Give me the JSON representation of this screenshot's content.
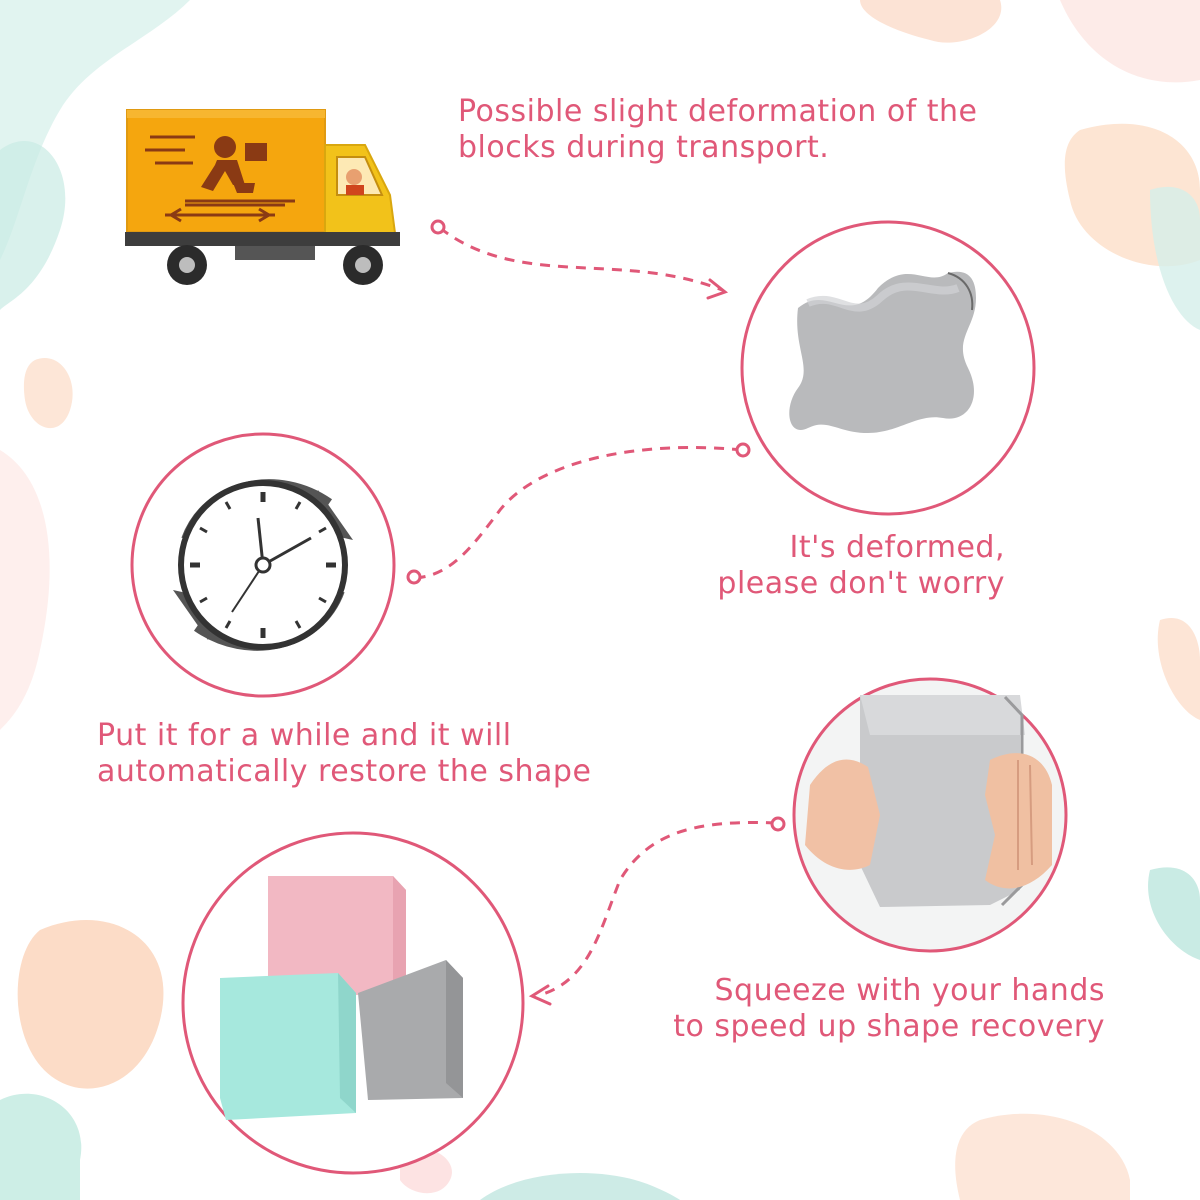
{
  "colors": {
    "accent": "#e05878",
    "blob_peach": "#fbe2d4",
    "blob_mint": "#d4efea",
    "block_pink": "#f2b8c3",
    "block_mint": "#a6e8dd",
    "block_gray": "#bdbdbd",
    "truck_yellow": "#f5a60e",
    "truck_cab": "#f2c21a"
  },
  "captions": {
    "transport": [
      "Possible slight deformation of the",
      "blocks during transport."
    ],
    "deformed": [
      "It's deformed,",
      "please don't worry"
    ],
    "restore": [
      "Put it for a while and it will",
      "automatically restore the shape"
    ],
    "squeeze": [
      "Squeeze with your hands",
      "to speed up shape recovery"
    ]
  },
  "icons": {
    "truck": "delivery-truck-icon",
    "deformed_cube": "deformed-cube-image",
    "clock": "clock-icon",
    "hands": "hands-squeezing-cube-image",
    "blocks": "foam-blocks-image"
  }
}
